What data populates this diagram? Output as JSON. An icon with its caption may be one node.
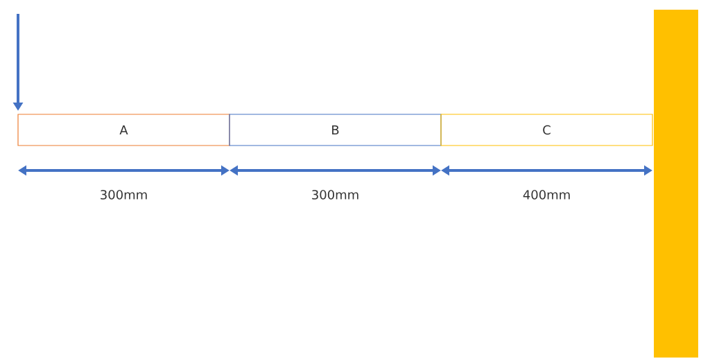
{
  "diagram": {
    "nodes": [
      {
        "text": [
          "A"
        ]
      },
      {
        "text": [
          "B"
        ]
      },
      {
        "text": [
          "C"
        ]
      },
      {
        "text": [],
        "shape": "bar"
      }
    ],
    "labels": [
      "300mm",
      "300mm",
      "400mm"
    ]
  }
}
